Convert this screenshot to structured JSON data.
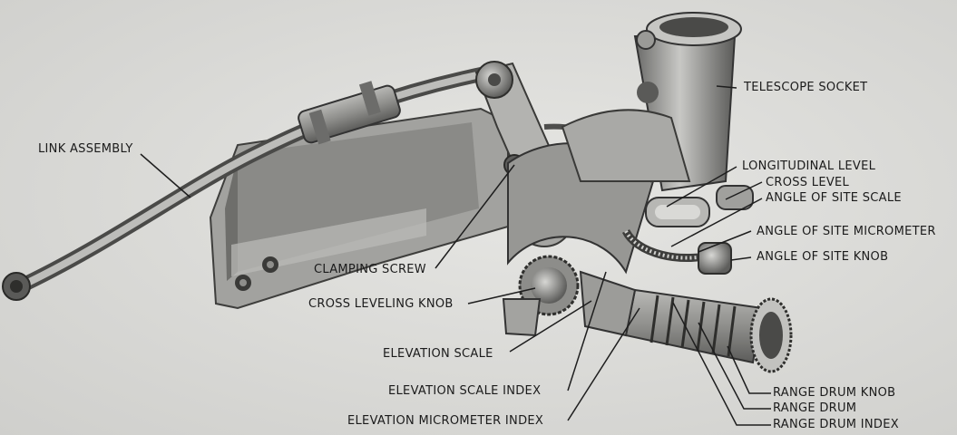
{
  "figure": {
    "labels": {
      "telescope_socket": "TELESCOPE SOCKET",
      "link_assembly": "LINK ASSEMBLY",
      "longitudinal_level": "LONGITUDINAL LEVEL",
      "cross_level": "CROSS LEVEL",
      "angle_of_site_scale": "ANGLE OF SITE SCALE",
      "angle_of_site_micrometer": "ANGLE OF SITE MICROMETER",
      "angle_of_site_knob": "ANGLE OF SITE KNOB",
      "clamping_screw": "CLAMPING SCREW",
      "cross_leveling_knob": "CROSS LEVELING KNOB",
      "elevation_scale": "ELEVATION SCALE",
      "elevation_scale_index": "ELEVATION SCALE INDEX",
      "elevation_micrometer_index": "ELEVATION MICROMETER INDEX",
      "range_drum_knob": "RANGE DRUM KNOB",
      "range_drum": "RANGE DRUM",
      "range_drum_index": "RANGE DRUM INDEX"
    }
  }
}
